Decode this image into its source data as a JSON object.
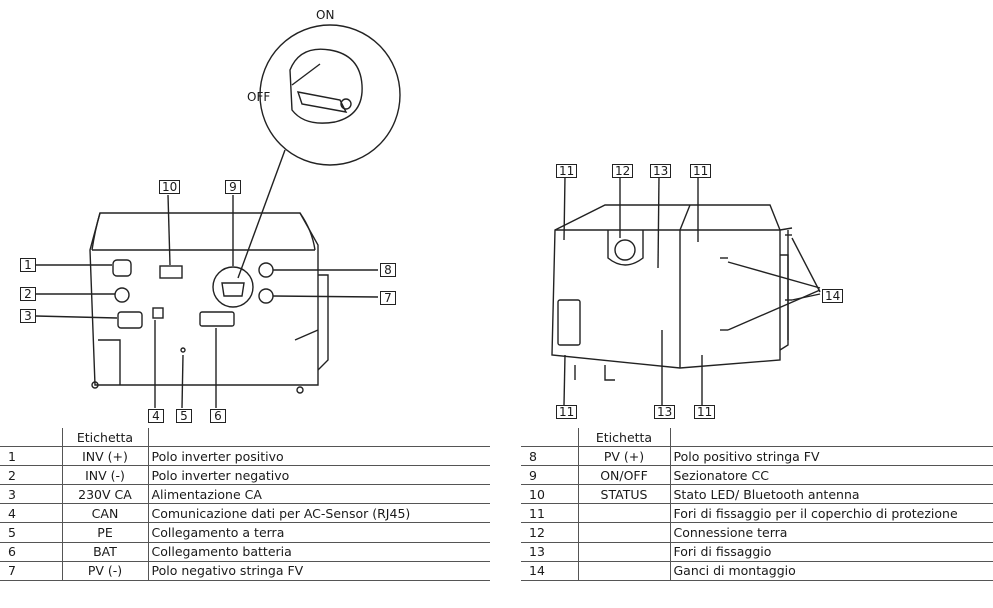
{
  "switch_labels": {
    "on": "ON",
    "off": "OFF"
  },
  "front_callouts": [
    "1",
    "2",
    "3",
    "4",
    "5",
    "6",
    "7",
    "8",
    "9",
    "10"
  ],
  "side_callouts": [
    "11",
    "12",
    "13",
    "14"
  ],
  "table_left": {
    "header": "Etichetta",
    "rows": [
      {
        "num": "1",
        "label": "INV (+)",
        "desc": "Polo inverter positivo"
      },
      {
        "num": "2",
        "label": "INV (-)",
        "desc": "Polo inverter negativo"
      },
      {
        "num": "3",
        "label": "230V CA",
        "desc": "Alimentazione CA"
      },
      {
        "num": "4",
        "label": "CAN",
        "desc": "Comunicazione dati per AC-Sensor (RJ45)"
      },
      {
        "num": "5",
        "label": "PE",
        "desc": "Collegamento a terra"
      },
      {
        "num": "6",
        "label": "BAT",
        "desc": "Collegamento batteria"
      },
      {
        "num": "7",
        "label": "PV (-)",
        "desc": "Polo negativo stringa FV"
      }
    ]
  },
  "table_right": {
    "header": "Etichetta",
    "rows": [
      {
        "num": "8",
        "label": "PV (+)",
        "desc": "Polo positivo stringa FV"
      },
      {
        "num": "9",
        "label": "ON/OFF",
        "desc": "Sezionatore CC"
      },
      {
        "num": "10",
        "label": "STATUS",
        "desc": "Stato LED/ Bluetooth antenna"
      },
      {
        "num": "11",
        "label": "",
        "desc": "Fori di fissaggio per il coperchio di protezione"
      },
      {
        "num": "12",
        "label": "",
        "desc": "Connessione terra"
      },
      {
        "num": "13",
        "label": "",
        "desc": "Fori di fissaggio"
      },
      {
        "num": "14",
        "label": "",
        "desc": "Ganci di montaggio"
      }
    ]
  }
}
